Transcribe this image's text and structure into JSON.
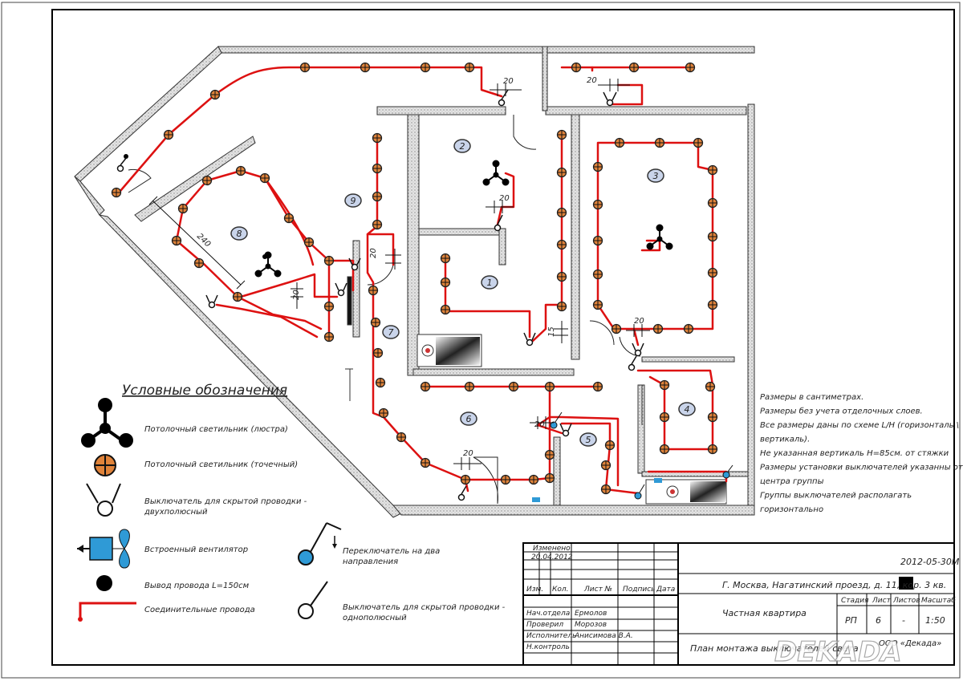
{
  "colors": {
    "wire": "#dd1111",
    "fixture_fill": "#e0833a",
    "fixture_stroke": "#222222",
    "fan": "#2f9ad6",
    "wall_hatch": "#9a9a9a",
    "stove": "#555555"
  },
  "room_numbers": {
    "r1": "1",
    "r2": "2",
    "r3": "3",
    "r4": "4",
    "r5": "5",
    "r6": "6",
    "r7": "7",
    "r8": "8",
    "r9": "9"
  },
  "dimensions": {
    "d1": "20",
    "d2": "20",
    "d3": "20",
    "d4": "20",
    "d5": "20",
    "d6": "20",
    "d7": "20",
    "d8": "20",
    "d9": "15",
    "d10": "240"
  },
  "legend": {
    "title": "Условные обозначения",
    "items": [
      {
        "icon": "chandelier-icon",
        "label": "Потолочный светильник (люстра)"
      },
      {
        "icon": "spot-light-icon",
        "label": "Потолочный светильник (точечный)"
      },
      {
        "icon": "double-switch-icon",
        "label": "Выключатель для скрытой проводки - двухполюсный"
      },
      {
        "icon": "fan-icon",
        "label": "Встроенный вентилятор"
      },
      {
        "icon": "wire-outlet-icon",
        "label": "Вывод провода L=150см"
      },
      {
        "icon": "wire-icon",
        "label": "Соединительные провода"
      },
      {
        "icon": "two-way-switch-icon",
        "label": "Переключатель на два направления"
      },
      {
        "icon": "single-switch-icon",
        "label": "Выключатель для скрытой проводки - однополюсный"
      }
    ]
  },
  "notes": [
    "Размеры в сантиметрах.",
    "Размеры без учета отделочных слоев.",
    "Все размеры даны по схеме L/H (горизонталь \\",
    "вертикаль).",
    "Не указанная вертикаль Н=85см. от стяжки",
    "Размеры установки выключателей указанны от",
    "центра группы",
    "Группы  выключателей располагать",
    "горизонтально"
  ],
  "title_block": {
    "changed_label": "Изменено",
    "changed_date": "20.04.2012",
    "doc_code": "2012-05-30М",
    "address": "Г. Москва, Нагатинский проезд, д. 11, кор. 3 кв.",
    "object": "Частная квартира",
    "sheet_title": "План монтажа выключателей света",
    "company": "ООО «Декада»",
    "watermark": "DEKADA",
    "headers": {
      "izm": "Изм.",
      "kol": "Кол.",
      "list": "Лист №",
      "sign": "Подпись",
      "date": "Дата",
      "stage": "Стадия",
      "list2": "Лист",
      "sheets": "Листов",
      "scale": "Масштаб"
    },
    "values": {
      "stage": "РП",
      "list": "6",
      "sheets": "-",
      "scale": "1:50"
    },
    "roles": [
      {
        "role": "Нач.отдела",
        "name": "Ермолов"
      },
      {
        "role": "Проверил",
        "name": "Морозов"
      },
      {
        "role": "Исполнитель",
        "name": "Анисимова В.А."
      },
      {
        "role": "Н.контроль",
        "name": ""
      }
    ]
  }
}
